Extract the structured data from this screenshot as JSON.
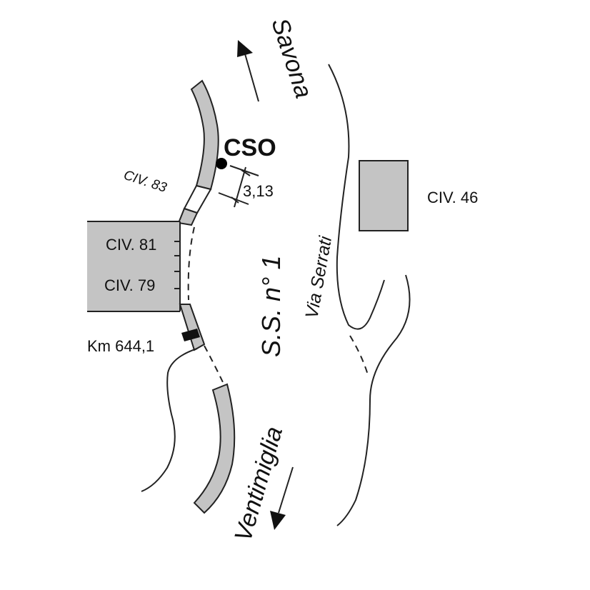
{
  "labels": {
    "savona": "Savona",
    "ventimiglia": "Ventimiglia",
    "cso": "CSO",
    "distance": "3,13",
    "civ83": "CIV. 83",
    "civ81": "CIV. 81",
    "civ79": "CIV. 79",
    "civ46": "CIV. 46",
    "km": "Km 644,1",
    "road": "S.S. n° 1",
    "street": "Via Serrati"
  },
  "colors": {
    "building_fill": "#c4c4c4",
    "stroke": "#222222",
    "marker": "#000000"
  },
  "icons": {
    "direction_north": "arrow-up-left-icon",
    "direction_south": "arrow-down-left-icon",
    "point": "filled-circle-marker"
  }
}
